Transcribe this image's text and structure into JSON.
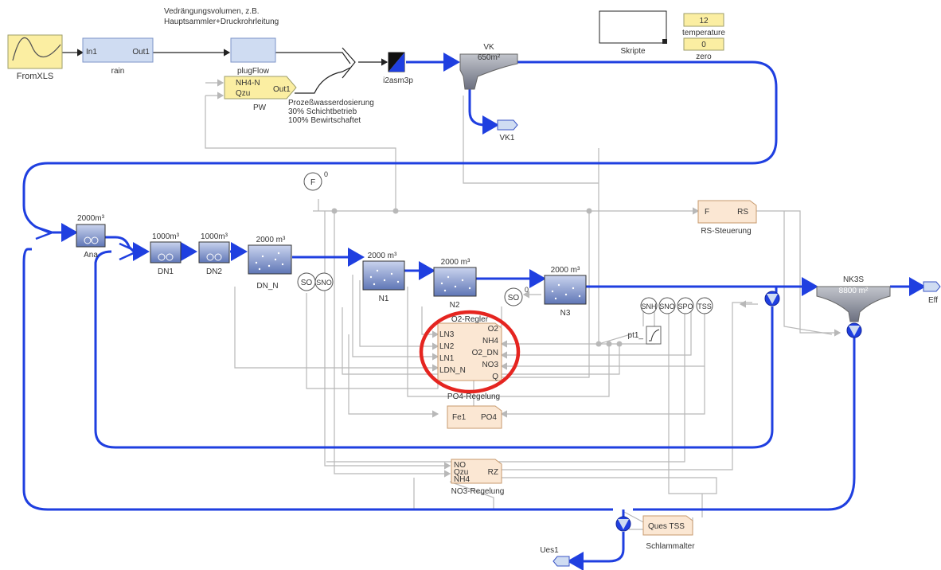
{
  "annotation": {
    "line1": "Vedrängungsvolumen, z.B.",
    "line2": "Hauptsammler+Druckrohrleitung"
  },
  "blocks": {
    "fromxls": "FromXLS",
    "rain": {
      "in": "In1",
      "out": "Out1",
      "name": "rain"
    },
    "plugflow": "plugFlow",
    "pw": {
      "in1": "NH4-N",
      "in2": "Qzu",
      "out": "Out1",
      "name": "PW"
    },
    "pw_note": {
      "line1": "Prozeßwasserdosierung",
      "line2": "30% Schichtbetrieb",
      "line3": "100% Bewirtschaftet"
    },
    "i2asm3p": "i2asm3p",
    "vk": {
      "name": "VK",
      "area": "650m²"
    },
    "vk1": "VK1",
    "skripte": "Skripte",
    "temperature": {
      "value": "12",
      "name": "temperature"
    },
    "zero": {
      "value": "0",
      "name": "zero"
    },
    "f_sensor": {
      "label": "F",
      "sup": "0"
    },
    "rs": {
      "in": "F",
      "out": "RS",
      "name": "RS-Steuerung"
    },
    "ana": {
      "vol": "2000m³",
      "name": "Ana"
    },
    "dn1": {
      "vol": "1000m³",
      "name": "DN1"
    },
    "dn2": {
      "vol": "1000m³",
      "name": "DN2"
    },
    "dnn": {
      "vol": "2000 m³",
      "name": "DN_N"
    },
    "n1": {
      "vol": "2000 m³",
      "name": "N1"
    },
    "n2": {
      "vol": "2000 m³",
      "name": "N2"
    },
    "n3": {
      "vol": "2000 m³",
      "name": "N3"
    },
    "so_sensor": "SO",
    "sno_sensor": "SNO",
    "so2": {
      "label": "SO",
      "sup": "0"
    },
    "snh": "SNH",
    "sno2": "SNO",
    "spo": "SPO",
    "tss": "TSS",
    "pt1": "pt1_",
    "nk3s": {
      "name": "NK3S",
      "area": "8800 m²"
    },
    "eff": "Eff",
    "o2": {
      "title": "O2-Regler",
      "ln3": "LN3",
      "ln2": "LN2",
      "ln1": "LN1",
      "ldn": "LDN_N",
      "o2": "O2",
      "nh4": "NH4",
      "o2dn": "O2_DN",
      "no3": "NO3",
      "q": "Q"
    },
    "po4": {
      "title": "PO4-Regelung",
      "in": "Fe1",
      "out": "PO4"
    },
    "no3": {
      "in1": "NO",
      "in2": "Qzu",
      "in3": "NH4",
      "out": "RZ",
      "name": "NO3-Regelung"
    },
    "ques": {
      "label": "Ques TSS",
      "name": "Schlammalter"
    },
    "ues1": "Ues1"
  },
  "colors": {
    "flow": "#1f3fe0",
    "signal": "#b3b3b3",
    "tank": "#7f93c8",
    "controller": "#fbe7d3",
    "highlight": "#e52520"
  }
}
